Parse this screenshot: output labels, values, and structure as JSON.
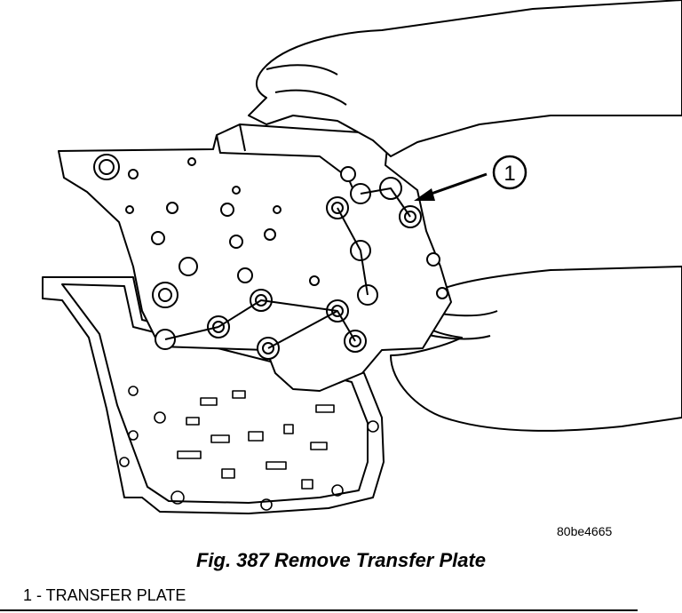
{
  "illustration": {
    "callout_number": "1",
    "image_code": "80be4665"
  },
  "caption": {
    "text": "Fig. 387 Remove Transfer Plate"
  },
  "legend": {
    "items": [
      {
        "text": "1 - TRANSFER PLATE"
      }
    ]
  }
}
